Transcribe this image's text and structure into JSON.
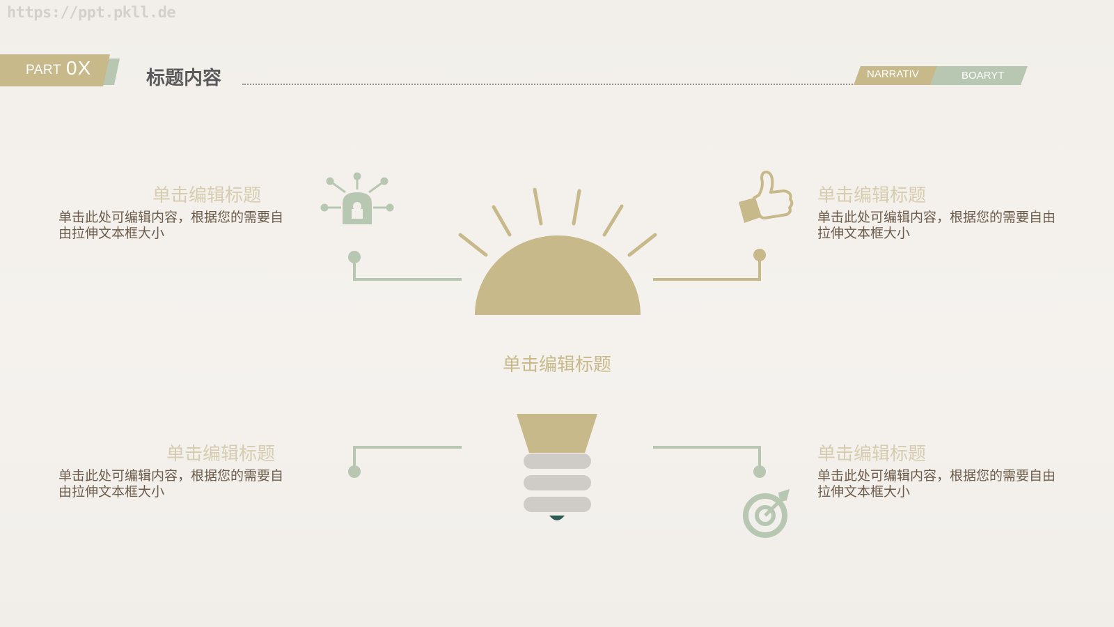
{
  "watermark": "https://ppt.pkll.de",
  "header": {
    "part_label": "PART",
    "part_number": "0X",
    "title": "标题内容",
    "tag_left": "NARRATIV",
    "tag_right": "BOARYT"
  },
  "colors": {
    "khaki": "#c7b98a",
    "sage": "#b8c7b2",
    "gray_bulb": "#cfccc8",
    "text_brown": "#6b5b4a",
    "subtitle": "#d6ccb0"
  },
  "center": {
    "title": "单击编辑标题"
  },
  "items": [
    {
      "title": "单击编辑标题",
      "body": "单击此处可编辑内容，根据您的需要自由拉伸文本框大小",
      "icon": "flashing-light-icon"
    },
    {
      "title": "单击编辑标题",
      "body": "单击此处可编辑内容，根据您的需要自由拉伸文本框大小",
      "icon": "thumbs-up-icon"
    },
    {
      "title": "单击编辑标题",
      "body": "单击此处可编辑内容，根据您的需要自由拉伸文本框大小",
      "icon": ""
    },
    {
      "title": "单击编辑标题",
      "body": "单击此处可编辑内容，根据您的需要自由拉伸文本框大小",
      "icon": "target-icon"
    }
  ]
}
